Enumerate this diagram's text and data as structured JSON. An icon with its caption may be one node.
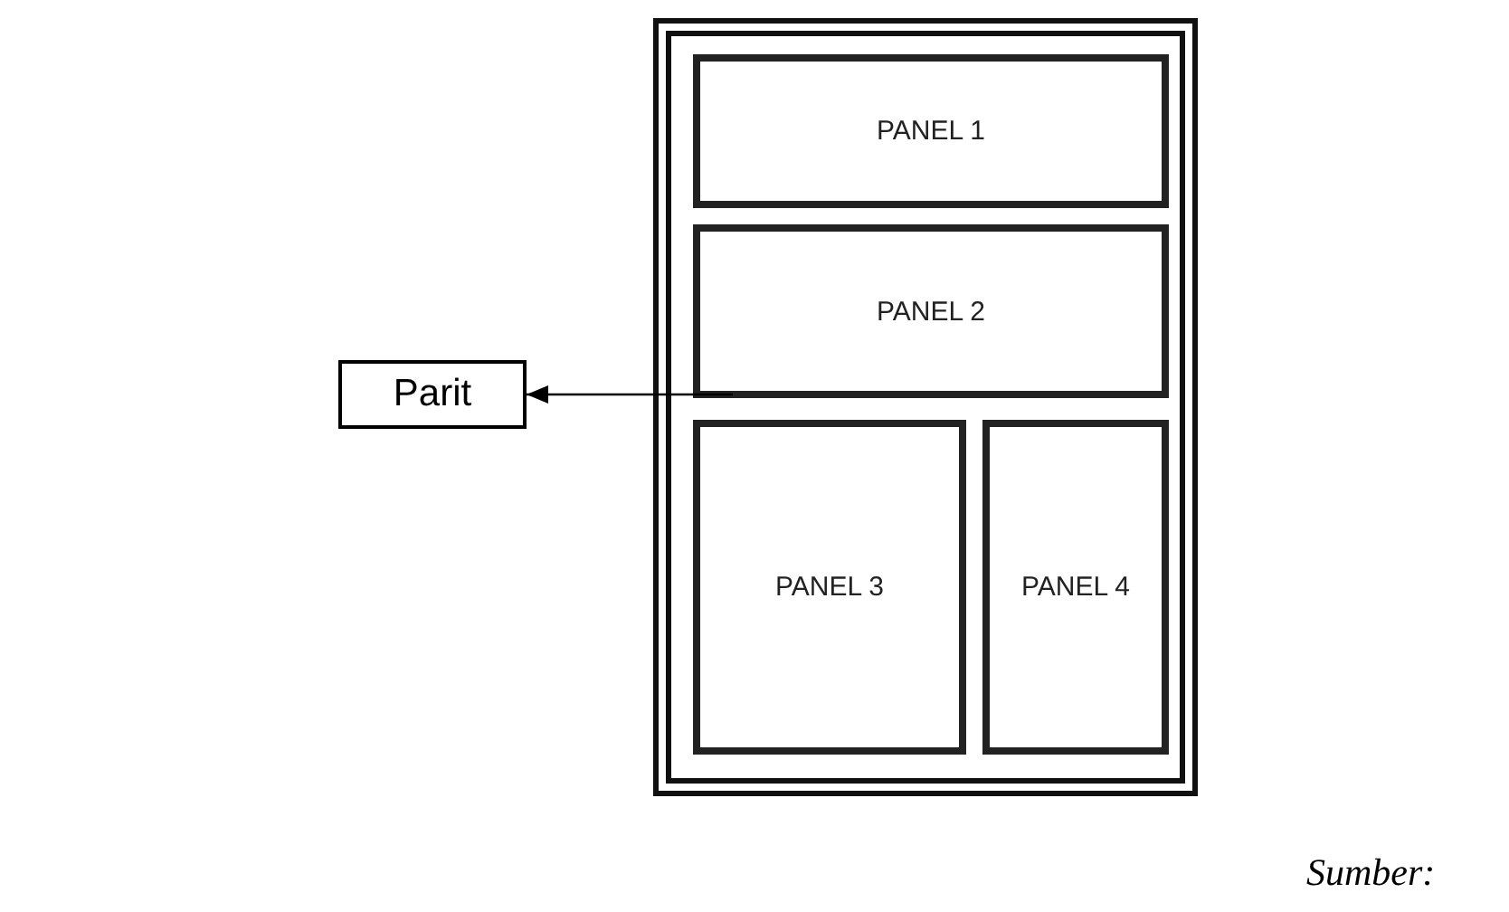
{
  "diagram": {
    "nodes": [
      {
        "text": [],
        "shape": "box"
      },
      {
        "text": [
          "PANEL 1"
        ],
        "in": 0
      },
      {
        "text": [
          "PANEL 2"
        ],
        "in": 0
      },
      {
        "text": [
          "PANEL 3"
        ],
        "in": 0
      },
      {
        "text": [
          "PANEL 4"
        ],
        "in": 0
      },
      {
        "text": [
          "Parit"
        ]
      }
    ],
    "edges": [
      {
        "from": 2,
        "to": 5,
        "arrow": "to"
      }
    ],
    "labels": [
      "Sumber:"
    ]
  }
}
